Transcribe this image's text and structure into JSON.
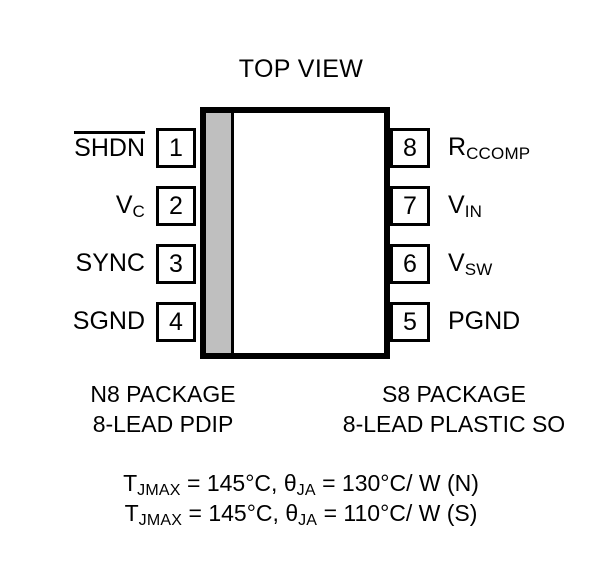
{
  "diagram": {
    "title": "TOP VIEW",
    "colors": {
      "outline": "#000000",
      "body_fill": "#ffffff",
      "notch_fill": "#bfbfbf",
      "background": "#ffffff"
    },
    "pins": {
      "left": [
        {
          "number": "1",
          "label": "SHDN",
          "overline": true,
          "sub": ""
        },
        {
          "number": "2",
          "label": "V",
          "overline": false,
          "sub": "C"
        },
        {
          "number": "3",
          "label": "SYNC",
          "overline": false,
          "sub": ""
        },
        {
          "number": "4",
          "label": "SGND",
          "overline": false,
          "sub": ""
        }
      ],
      "right": [
        {
          "number": "8",
          "label": "R",
          "overline": false,
          "sub": "CCOMP"
        },
        {
          "number": "7",
          "label": "V",
          "overline": false,
          "sub": "IN"
        },
        {
          "number": "6",
          "label": "V",
          "overline": false,
          "sub": "SW"
        },
        {
          "number": "5",
          "label": "PGND",
          "overline": false,
          "sub": ""
        }
      ]
    },
    "packages": {
      "left": {
        "name": "N8 PACKAGE",
        "desc": "8-LEAD PDIP"
      },
      "right": {
        "name": "S8 PACKAGE",
        "desc": "8-LEAD PLASTIC SO"
      }
    },
    "thermal": {
      "line1": {
        "t_symbol": "T",
        "t_sub": "JMAX",
        "t_eq": " = 145°C, ",
        "theta_symbol": "θ",
        "theta_sub": "JA",
        "theta_eq": " = 130°C/ W (N)"
      },
      "line2": {
        "t_symbol": "T",
        "t_sub": "JMAX",
        "t_eq": " = 145°C, ",
        "theta_symbol": "θ",
        "theta_sub": "JA",
        "theta_eq": " = 110°C/ W (S)"
      }
    }
  }
}
